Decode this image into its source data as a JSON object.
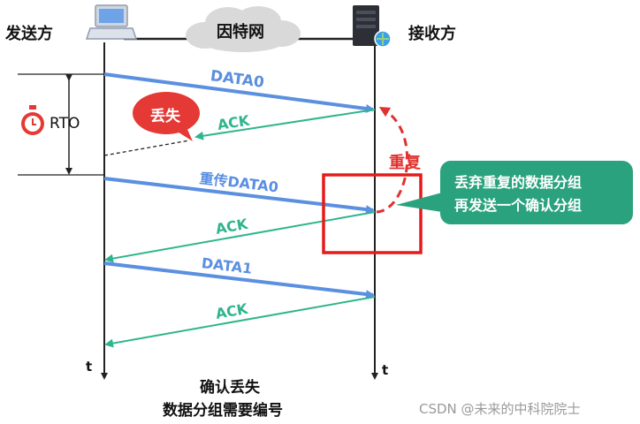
{
  "header": {
    "sender": "发送方",
    "internet": "因特网",
    "receiver": "接收方"
  },
  "messages": {
    "data0": "DATA0",
    "ack_lost": "ACK",
    "retransmit": "重传DATA0",
    "ack_second": "ACK",
    "data1": "DATA1",
    "ack_third": "ACK"
  },
  "annotations": {
    "lost": "丢失",
    "rto": "RTO",
    "duplicate": "重复",
    "receiver_note_line1": "丢弃重复的数据分组",
    "receiver_note_line2": "再发送一个确认分组",
    "time_left": "t",
    "time_right": "t"
  },
  "footer": {
    "line1": "确认丢失",
    "line2": "数据分组需要编号"
  },
  "watermark": "CSDN @未来的中科院院士",
  "colors": {
    "data_arrow": "#5b8fe0",
    "ack_arrow": "#2fb58d",
    "lost_bubble": "#e53935",
    "duplicate_red": "#e0322f",
    "note_box": "#2aa27d",
    "highlight_box": "#e51b1b",
    "cloud": "#d9d9d9"
  },
  "icons": {
    "sender_device": "laptop-icon",
    "receiver_device": "server-icon",
    "timer": "stopwatch-icon",
    "network": "cloud-icon"
  }
}
